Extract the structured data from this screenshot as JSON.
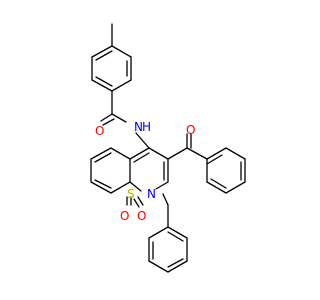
{
  "molecule": {
    "labels": {
      "amide_oxygen": "O",
      "amide_nitrogen": "N",
      "amide_hydrogen": "H",
      "ketone_oxygen": "O",
      "ring_nitrogen": "N",
      "sulfur": "S",
      "sulfonyl_oxygen_1": "O",
      "sulfonyl_oxygen_2": "O"
    },
    "colors": {
      "bond": "#000000",
      "oxygen": "#ff0000",
      "nitrogen": "#0000ff",
      "sulfur": "#b8b800",
      "background": "#ffffff"
    }
  }
}
